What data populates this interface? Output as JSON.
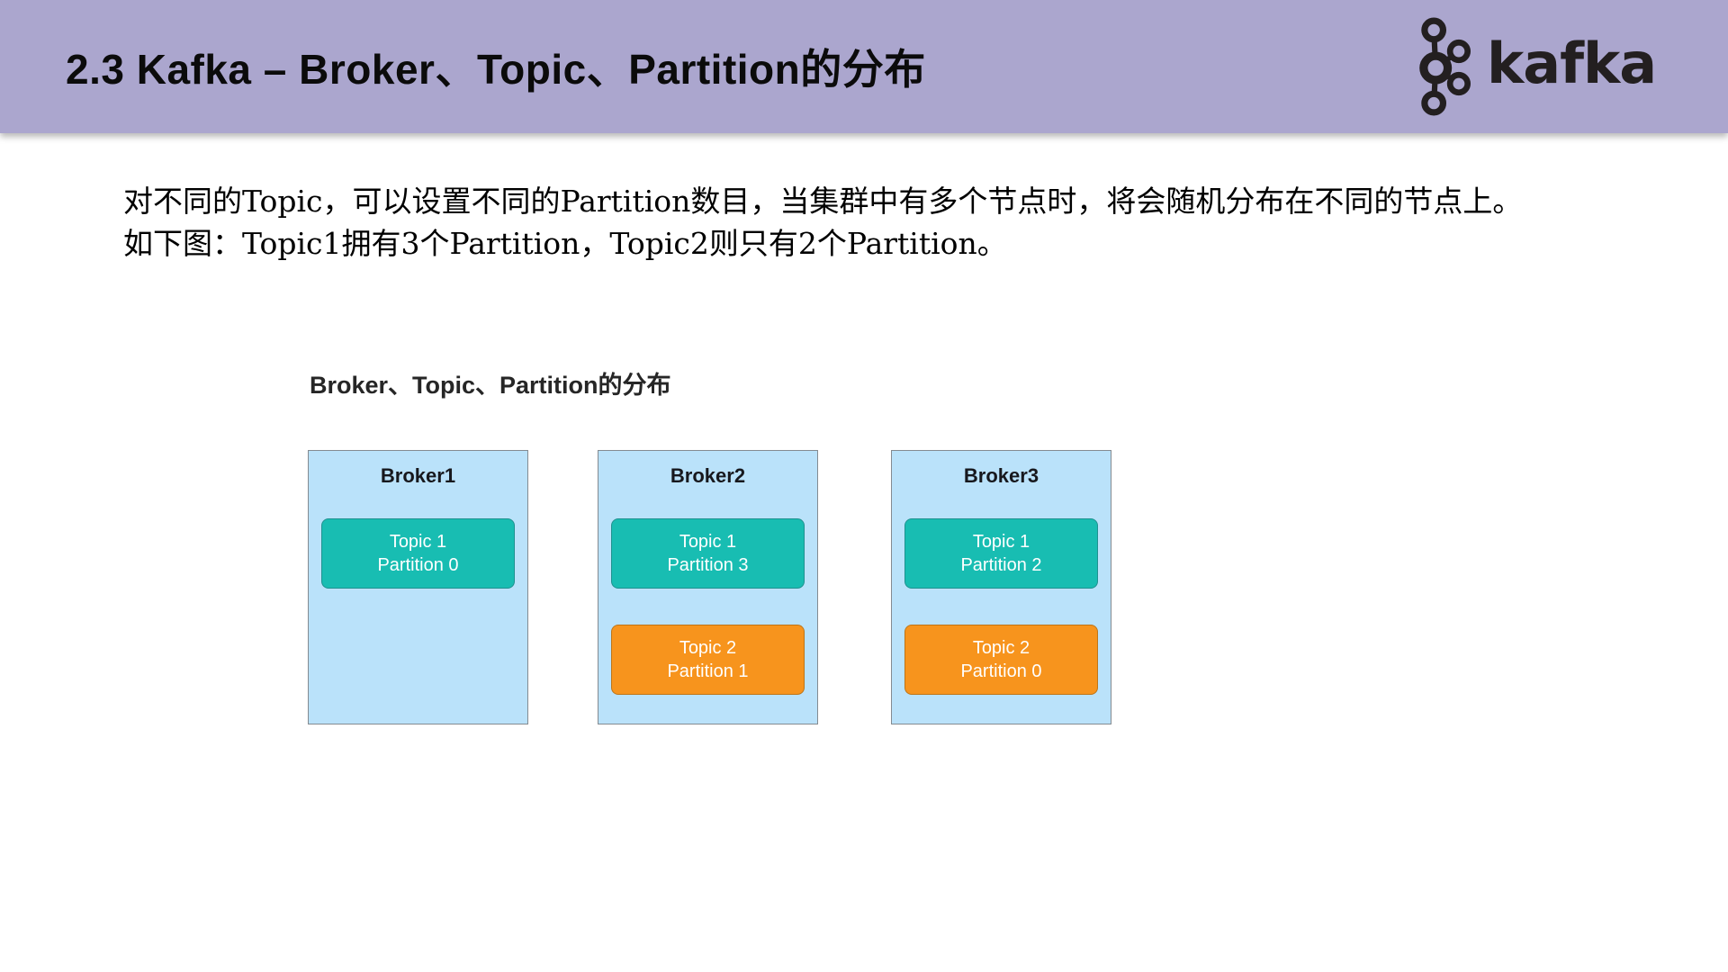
{
  "header": {
    "title": "2.3 Kafka – Broker、Topic、Partition的分布",
    "logo_text": "kafka"
  },
  "intro": {
    "line1": "对不同的Topic，可以设置不同的Partition数目，当集群中有多个节点时，将会随机分布在不同的节点上。",
    "line2": "如下图：Topic1拥有3个Partition，Topic2则只有2个Partition。"
  },
  "diagram": {
    "title": "Broker、Topic、Partition的分布",
    "brokers": [
      {
        "name": "Broker1",
        "partitions": [
          {
            "topic": "Topic 1",
            "partition": "Partition 0",
            "color_key": "topic1"
          }
        ]
      },
      {
        "name": "Broker2",
        "partitions": [
          {
            "topic": "Topic 1",
            "partition": "Partition 3",
            "color_key": "topic1"
          },
          {
            "topic": "Topic 2",
            "partition": "Partition 1",
            "color_key": "topic2"
          }
        ]
      },
      {
        "name": "Broker3",
        "partitions": [
          {
            "topic": "Topic 1",
            "partition": "Partition 2",
            "color_key": "topic1"
          },
          {
            "topic": "Topic 2",
            "partition": "Partition 0",
            "color_key": "topic2"
          }
        ]
      }
    ]
  },
  "colors": {
    "header_bg": "#aba6ce",
    "logo_ink": "#231f20",
    "topic1": "#18bdb2",
    "topic2": "#f7941d",
    "broker_bg": "#bae2fa",
    "broker_border": "#848b91"
  }
}
